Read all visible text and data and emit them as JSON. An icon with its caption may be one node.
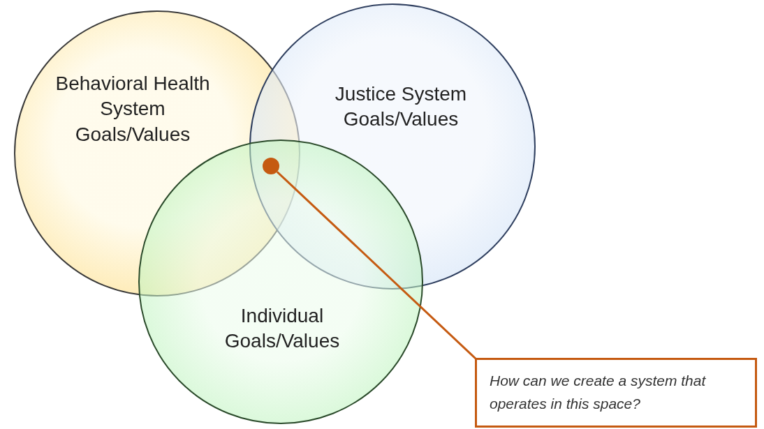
{
  "diagram": {
    "nodes": [
      {
        "text": [
          "Behavioral Health System Goals/Values"
        ]
      },
      {
        "text": [
          "Justice System Goals/Values"
        ]
      },
      {
        "text": [
          "Individual Goals/Values"
        ]
      },
      {
        "text": [],
        "shape": "circle"
      },
      {
        "text": [
          "How can we create a system that operates in this space?"
        ]
      }
    ],
    "edges": [
      {
        "from": 4,
        "to": 3,
        "arrow": "none",
        "color": "#c55a11"
      }
    ]
  }
}
